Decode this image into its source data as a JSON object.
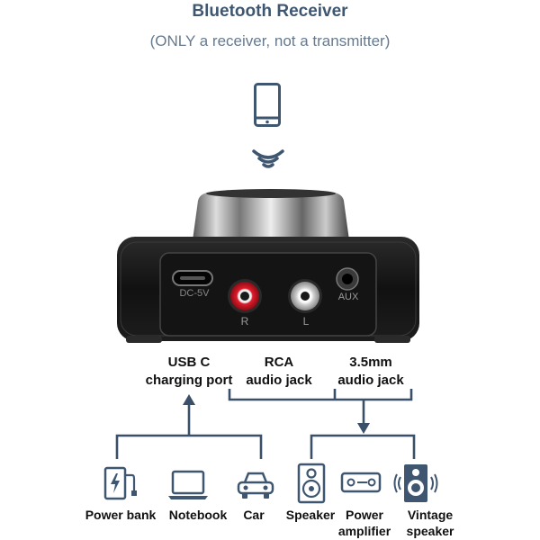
{
  "header": {
    "title": "Bluetooth Receiver",
    "subtitle": "(ONLY a receiver, not a transmitter)"
  },
  "device": {
    "port_label_dc": "DC-5V",
    "port_label_r": "R",
    "port_label_l": "L",
    "port_label_aux": "AUX"
  },
  "callouts": {
    "usb_line1": "USB C",
    "usb_line2": "charging port",
    "rca_line1": "RCA",
    "rca_line2": "audio jack",
    "mm_line1": "3.5mm",
    "mm_line2": "audio jack"
  },
  "devices_left": [
    {
      "label_line1": "Power bank",
      "icon": "power-bank-icon"
    },
    {
      "label_line1": "Notebook",
      "icon": "laptop-icon"
    },
    {
      "label_line1": "Car",
      "icon": "car-icon"
    }
  ],
  "devices_right": [
    {
      "label_line1": "Speaker",
      "label_line2": "",
      "icon": "speaker-icon"
    },
    {
      "label_line1": "Power",
      "label_line2": "amplifier",
      "icon": "amplifier-icon"
    },
    {
      "label_line1": "Vintage",
      "label_line2": "speaker",
      "icon": "vintage-speaker-icon"
    }
  ],
  "colors": {
    "title": "#3f5671",
    "line": "#3a4f6a",
    "icon": "#3f5671"
  }
}
